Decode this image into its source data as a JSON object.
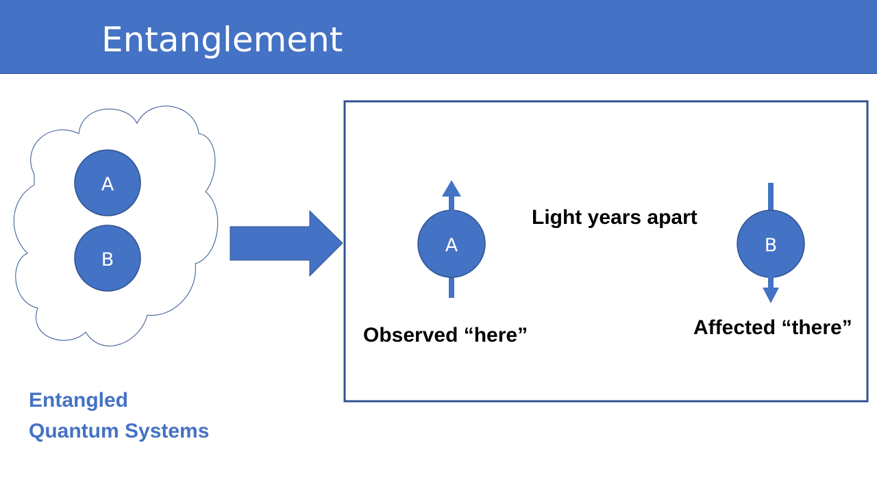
{
  "slide": {
    "title": "Entanglement"
  },
  "cloud": {
    "particle_a": "A",
    "particle_b": "B",
    "caption_line1": "Entangled",
    "caption_line2": "Quantum Systems"
  },
  "panel": {
    "particle_a": "A",
    "particle_b": "B",
    "separation_label": "Light years apart",
    "observed_label": "Observed “here”",
    "affected_label": "Affected “there”",
    "spin_a": "up",
    "spin_b": "down"
  },
  "colors": {
    "accent": "#4472C4",
    "accent_dark": "#2F528F",
    "panel_border": "#2F528F",
    "cloud_outline": "#2F528F"
  }
}
